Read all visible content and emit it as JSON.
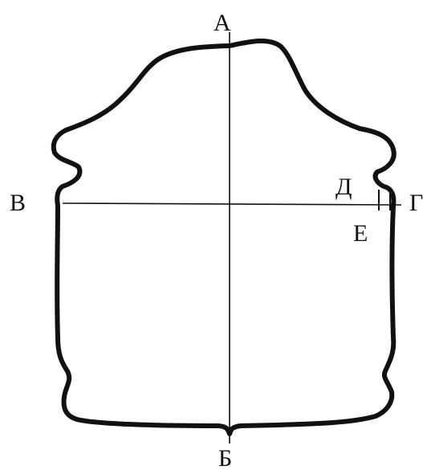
{
  "points": {
    "top": "А",
    "bottom": "Б",
    "left": "В",
    "right": "Г",
    "mark_upper": "Д",
    "mark_lower": "Е"
  }
}
